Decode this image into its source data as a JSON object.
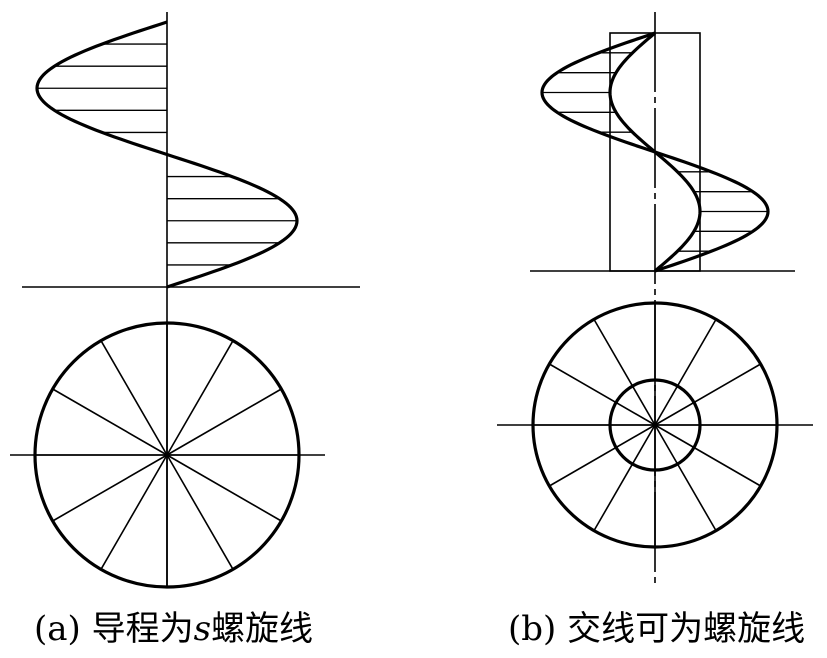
{
  "figure": {
    "captions": {
      "a": {
        "prefix": "(a) 导程为",
        "variable": "s",
        "suffix": "螺旋线"
      },
      "b": {
        "text": "(b) 交线可为螺旋线"
      }
    }
  }
}
